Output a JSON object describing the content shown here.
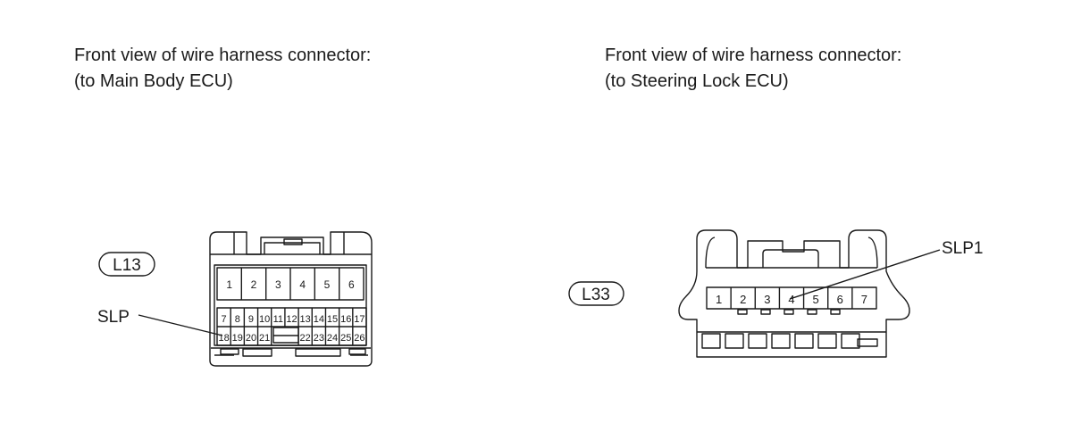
{
  "left": {
    "title_line1": "Front view of wire harness connector:",
    "title_line2": "(to Main Body ECU)",
    "connector_id": "L13",
    "pointer_label": "SLP",
    "top_row": [
      "1",
      "2",
      "3",
      "4",
      "5",
      "6"
    ],
    "mid_row": [
      "7",
      "8",
      "9",
      "10",
      "11",
      "12",
      "13",
      "14",
      "15",
      "16",
      "17"
    ],
    "bottom_row_left": [
      "18",
      "19",
      "20",
      "21"
    ],
    "bottom_row_right": [
      "22",
      "23",
      "24",
      "25",
      "26"
    ]
  },
  "right": {
    "title_line1": "Front view of wire harness connector:",
    "title_line2": "(to Steering Lock ECU)",
    "connector_id": "L33",
    "pointer_label": "SLP1",
    "pins": [
      "1",
      "2",
      "3",
      "4",
      "5",
      "6",
      "7"
    ]
  }
}
